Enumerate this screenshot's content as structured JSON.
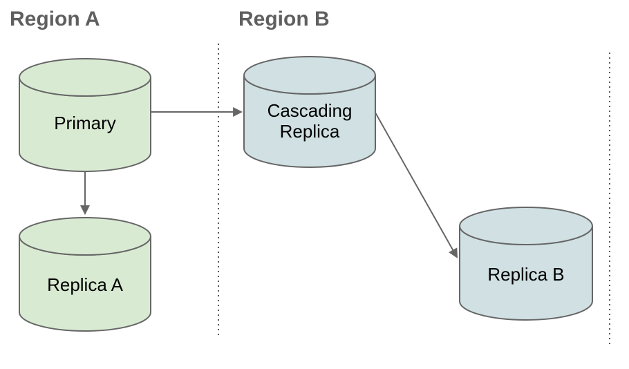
{
  "regions": [
    {
      "label": "Region A"
    },
    {
      "label": "Region B"
    }
  ],
  "nodes": [
    {
      "id": "primary",
      "region": "Region A",
      "label": "Primary",
      "fill": "#d9ead3"
    },
    {
      "id": "replica-a",
      "region": "Region A",
      "label": "Replica A",
      "fill": "#d9ead3"
    },
    {
      "id": "cascading-replica",
      "region": "Region B",
      "label": "Cascading Replica",
      "fill": "#d0e0e3"
    },
    {
      "id": "replica-b",
      "region": "Region B",
      "label": "Replica B",
      "fill": "#d0e0e3"
    }
  ],
  "edges": [
    {
      "from": "primary",
      "to": "cascading-replica"
    },
    {
      "from": "primary",
      "to": "replica-a"
    },
    {
      "from": "cascading-replica",
      "to": "replica-b"
    }
  ],
  "colors": {
    "background": "#ffffff",
    "heading_text": "#5f5f5f",
    "label_text": "#000000",
    "node_stroke": "#666666",
    "arrow": "#666666",
    "separator_dots": "#555555",
    "green_fill": "#d9ead3",
    "blue_fill": "#d0e0e3"
  }
}
